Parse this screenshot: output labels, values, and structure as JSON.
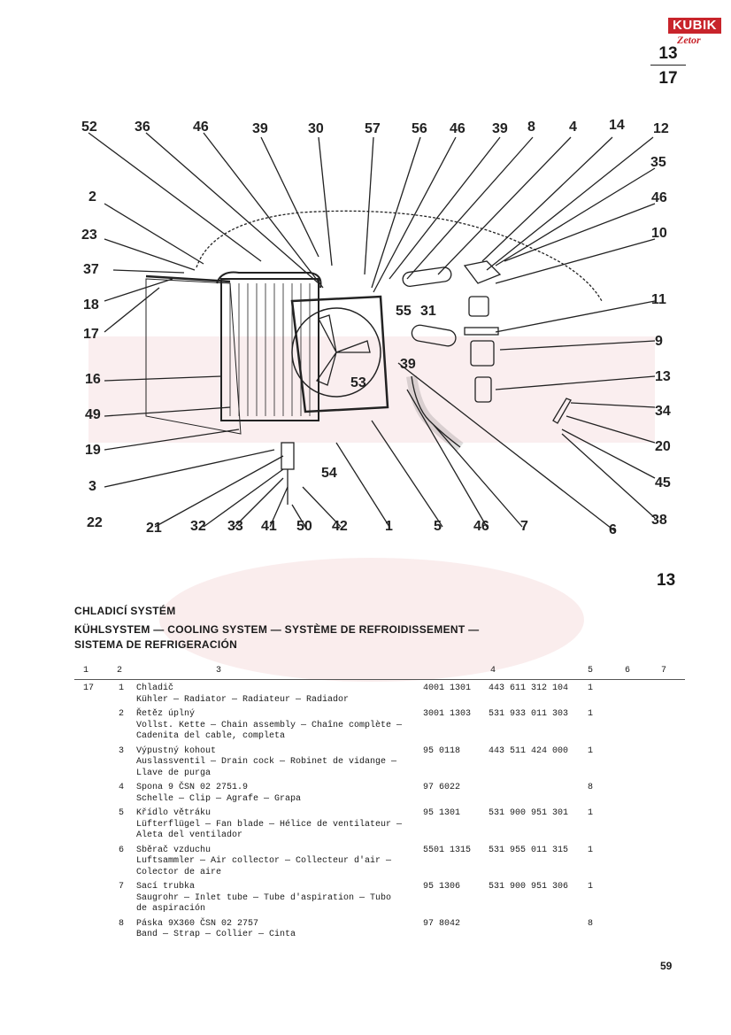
{
  "brand": {
    "logo_text": "KUBIK",
    "logo_sub": "Zetor"
  },
  "group": {
    "top": "13",
    "bottom": "17"
  },
  "diagram": {
    "labels": [
      "52",
      "36",
      "46",
      "39",
      "30",
      "57",
      "56",
      "46",
      "39",
      "8",
      "4",
      "14",
      "12",
      "35",
      "46",
      "10",
      "2",
      "23",
      "37",
      "18",
      "17",
      "11",
      "9",
      "13",
      "34",
      "20",
      "45",
      "38",
      "6",
      "7",
      "46",
      "5",
      "1",
      "42",
      "50",
      "41",
      "33",
      "32",
      "21",
      "22",
      "3",
      "54",
      "19",
      "49",
      "16",
      "55",
      "31",
      "39",
      "53"
    ]
  },
  "section_number": "13",
  "title_cz": "CHLADICÍ SYSTÉM",
  "title_multi_1": "KÜHLSYSTEM — COOLING SYSTEM — SYSTÈME DE REFROIDISSEMENT —",
  "title_multi_2": "SISTEMA DE REFRIGERACIÓN",
  "columns": [
    "1",
    "2",
    "3",
    "4",
    "5",
    "6",
    "7"
  ],
  "rows": [
    {
      "c1": "17",
      "c2": "1",
      "lines": [
        "Chladič",
        "Kühler — Radiator — Radiateur — Radiador"
      ],
      "c4a": "4001 1301",
      "c4b": "443 611 312 104",
      "c5": "1"
    },
    {
      "c1": "",
      "c2": "2",
      "lines": [
        "Řetěz úplný",
        "Vollst. Kette — Chain assembly — Chaîne complète —",
        "Cadenita del cable, completa"
      ],
      "c4a": "3001 1303",
      "c4b": "531 933 011 303",
      "c5": "1"
    },
    {
      "c1": "",
      "c2": "3",
      "lines": [
        "Výpustný kohout",
        "Auslassventil — Drain cock — Robinet de vidange —",
        "Llave de purga"
      ],
      "c4a": "95 0118",
      "c4b": "443 511 424 000",
      "c5": "1"
    },
    {
      "c1": "",
      "c2": "4",
      "lines": [
        "Spona 9 ČSN 02 2751.9",
        "Schelle — Clip — Agrafe — Grapa"
      ],
      "c4a": "97 6022",
      "c4b": "",
      "c5": "8"
    },
    {
      "c1": "",
      "c2": "5",
      "lines": [
        "Křídlo větráku",
        "Lüfterflügel — Fan blade — Hélice de ventilateur —",
        "Aleta del ventilador"
      ],
      "c4a": "95 1301",
      "c4b": "531 900 951 301",
      "c5": "1"
    },
    {
      "c1": "",
      "c2": "6",
      "lines": [
        "Sběrač vzduchu",
        "Luftsammler — Air collector — Collecteur d'air —",
        "Colector de aire"
      ],
      "c4a": "5501 1315",
      "c4b": "531 955 011 315",
      "c5": "1"
    },
    {
      "c1": "",
      "c2": "7",
      "lines": [
        "Sací trubka",
        "Saugrohr — Inlet tube — Tube d'aspiration — Tubo",
        "de aspiración"
      ],
      "c4a": "95 1306",
      "c4b": "531 900 951 306",
      "c5": "1"
    },
    {
      "c1": "",
      "c2": "8",
      "lines": [
        "Páska 9X360 ČSN 02 2757",
        "Band — Strap — Collier — Cinta"
      ],
      "c4a": "97 8042",
      "c4b": "",
      "c5": "8"
    }
  ],
  "page_number": "59",
  "colors": {
    "brand_red": "#c8242b",
    "ink": "#1a1a1a"
  }
}
